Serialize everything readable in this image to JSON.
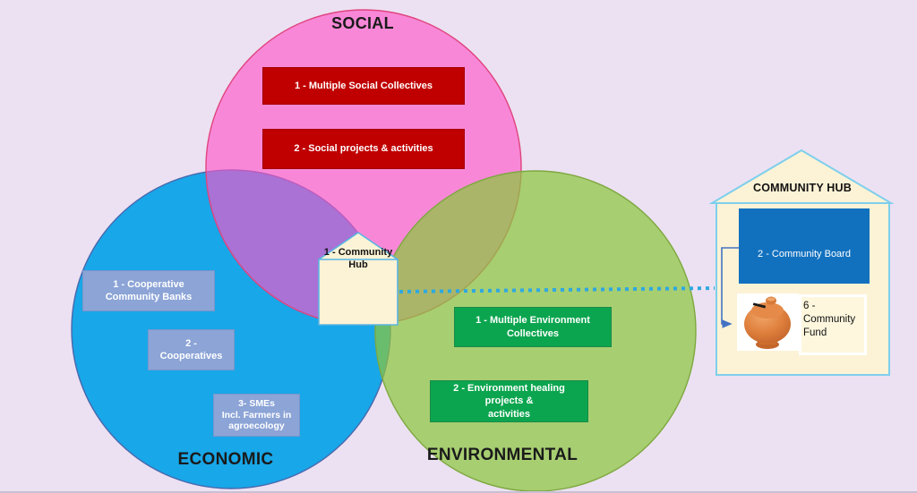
{
  "canvas": {
    "background": "#ECE1F2"
  },
  "social": {
    "label": "SOCIAL",
    "circle_color": "#FF54C8",
    "circle_border": "#E0437E",
    "item_box_color": "#C00000",
    "items": [
      "1 - Multiple Social Collectives",
      "2 - Social projects & activities"
    ]
  },
  "economic": {
    "label": "ECONOMIC",
    "circle_color": "#18A7E8",
    "circle_border": "#4A67AD",
    "item_box_color": "#8CA4D6",
    "items": [
      "1 - Cooperative Community Banks",
      "2 - Cooperatives",
      "3- SMEs\nIncl. Farmers in\nagroecology"
    ]
  },
  "environmental": {
    "label": "ENVIRONMENTAL",
    "circle_color": "#8CC63F",
    "circle_border": "#7EA840",
    "item_box_color": "#0CA54F",
    "items": [
      "1 - Multiple Environment\nCollectives",
      "2 - Environment healing projects &\nactivities"
    ]
  },
  "center_house": {
    "label": "1 - Community\nHub",
    "fill": "#FCF3D6",
    "border": "#5AB5E2"
  },
  "community_hub": {
    "title": "COMMUNITY HUB",
    "board_label": "2 - Community Board",
    "board_color": "#1271BF",
    "fund_label": "6 - Community\nFund",
    "house_fill": "#FCF3D6",
    "house_border": "#7ECFEC",
    "piggy_bank_icon": "piggy-bank-icon"
  },
  "connectors": {
    "hub_link_style": "dotted",
    "hub_link_color": "#2EA8E0",
    "board_to_fund_arrow_color": "#4472C4"
  }
}
